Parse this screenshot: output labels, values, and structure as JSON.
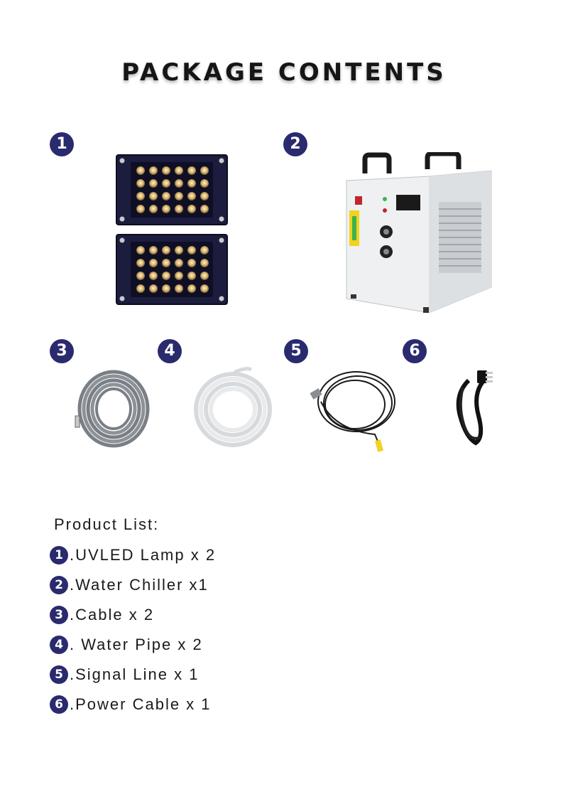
{
  "title": "PACKAGE CONTENTS",
  "items": [
    {
      "number": "1",
      "icon": "uvled-lamp-image"
    },
    {
      "number": "2",
      "icon": "water-chiller-image"
    },
    {
      "number": "3",
      "icon": "cable-coil-image"
    },
    {
      "number": "4",
      "icon": "water-pipe-coil-image"
    },
    {
      "number": "5",
      "icon": "signal-line-image"
    },
    {
      "number": "6",
      "icon": "power-cable-image"
    }
  ],
  "product_list": {
    "heading": "Product List:",
    "entries": [
      {
        "number": "1",
        "text": ".UVLED Lamp x 2"
      },
      {
        "number": "2",
        "text": ".Water Chiller x1"
      },
      {
        "number": "3",
        "text": ".Cable x 2"
      },
      {
        "number": "4",
        "text": ". Water Pipe x 2"
      },
      {
        "number": "5",
        "text": ".Signal Line  x 1"
      },
      {
        "number": "6",
        "text": ".Power Cable x 1"
      }
    ]
  },
  "colors": {
    "badge": "#2a2a6e",
    "title": "#161616",
    "text": "#1a1a1a"
  }
}
